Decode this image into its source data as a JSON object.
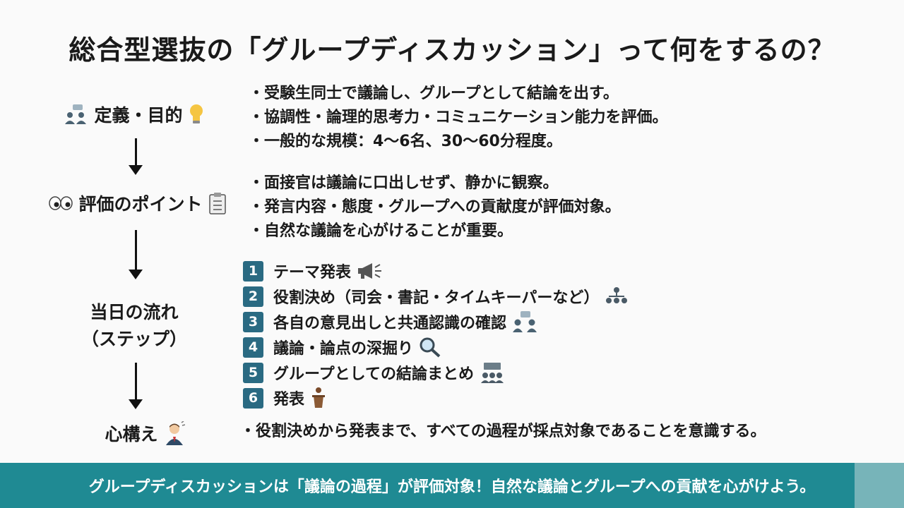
{
  "title": "総合型選抜の「グループディスカッション」って何をするの？",
  "sections": {
    "definition": {
      "label": "定義・目的",
      "bullets": [
        "・受験生同士で議論し、グループとして結論を出す。",
        "・協調性・論理的思考力・コミュニケーション能力を評価。",
        "・一般的な規模：4〜6名、30〜60分程度。"
      ]
    },
    "evaluation": {
      "label": "評価のポイント",
      "bullets": [
        "・面接官は議論に口出しせず、静かに観察。",
        "・発言内容・態度・グループへの貢献度が評価対象。",
        "・自然な議論を心がけることが重要。"
      ]
    },
    "flow": {
      "label_line1": "当日の流れ",
      "label_line2": "（ステップ）",
      "steps": [
        {
          "num": "1",
          "text": "テーマ発表",
          "icon": "megaphone-icon"
        },
        {
          "num": "2",
          "text": "役割決め（司会・書記・タイムキーパーなど）",
          "icon": "hierarchy-icon"
        },
        {
          "num": "3",
          "text": "各自の意見出しと共通認識の確認",
          "icon": "discussion-icon"
        },
        {
          "num": "4",
          "text": "議論・論点の深掘り",
          "icon": "magnifier-icon"
        },
        {
          "num": "5",
          "text": "グループとしての結論まとめ",
          "icon": "meeting-icon"
        },
        {
          "num": "6",
          "text": "発表",
          "icon": "podium-icon"
        }
      ]
    },
    "mindset": {
      "label": "心構え",
      "bullets": [
        "・役割決めから発表まで、すべての過程が採点対象であることを意識する。"
      ]
    }
  },
  "footer": "グループディスカッションは「議論の過程」が評価対象！自然な議論とグループへの貢献を心がけよう。",
  "colors": {
    "accent": "#2a6a82",
    "footer_bg": "#1f8a93"
  }
}
